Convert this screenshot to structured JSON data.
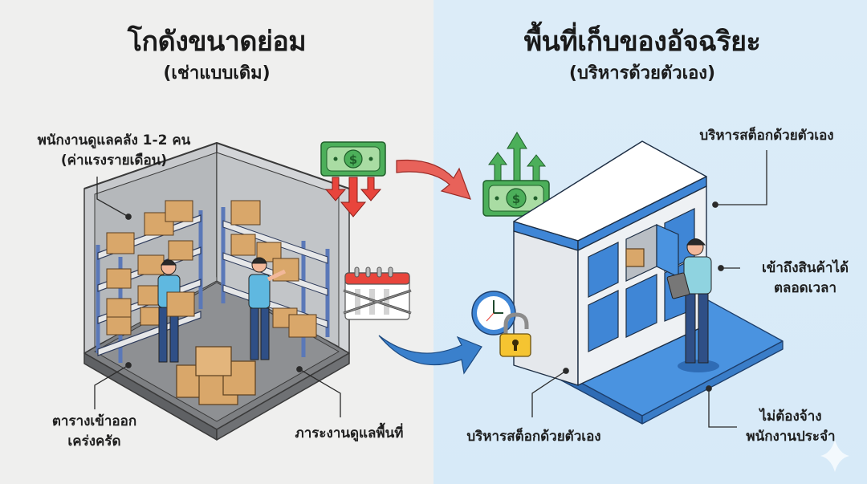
{
  "left": {
    "title": "โกดังขนาดย่อม",
    "subtitle": "(เช่าแบบเดิม)",
    "callouts": {
      "staff": {
        "line1": "พนักงานดูแลคลัง 1-2 คน",
        "line2": "(ค่าแรงรายเดือน)"
      },
      "schedule": {
        "line1": "ตารางเข้าออก",
        "line2": "เคร่งครัด"
      },
      "maintenance": {
        "line1": "ภาระงานดูแลพื้นที่"
      }
    }
  },
  "right": {
    "title": "พื้นที่เก็บของอัจฉริยะ",
    "subtitle": "(บริหารด้วยตัวเอง)",
    "callouts": {
      "self_manage_top": {
        "line1": "บริหารสต็อกด้วยตัวเอง"
      },
      "access": {
        "line1": "เข้าถึงสินค้าได้",
        "line2": "ตลอดเวลา"
      },
      "self_manage_bottom": {
        "line1": "บริหารสต็อกด้วยตัวเอง"
      },
      "no_staff": {
        "line1": "ไม่ต้องจ้าง",
        "line2": "พนักงานประจำ"
      }
    }
  },
  "icons": {
    "money_down": "money-decrease-icon",
    "money_up": "money-increase-icon",
    "locked_calendar": "chained-calendar-icon",
    "clock": "clock-icon",
    "unlocked_padlock": "unlocked-padlock-icon",
    "red_arrow": "curved-arrow-red-icon",
    "blue_arrow": "curved-arrow-blue-icon",
    "currency_symbol": "$"
  },
  "colors": {
    "left_bg": "#efefee",
    "right_bg": "#dcecf8",
    "money_green": "#4caf5a",
    "loss_red": "#e8453c",
    "locker_blue": "#3f86d6",
    "padlock_yellow": "#f5c431",
    "box_tan": "#d9a76a"
  }
}
